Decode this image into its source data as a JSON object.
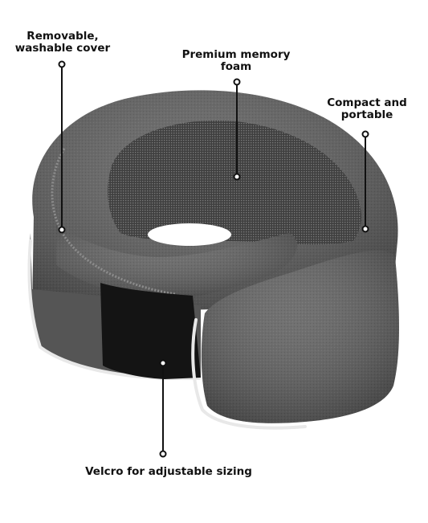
{
  "callouts": {
    "cover": {
      "line1": "Removable,",
      "line2": "washable cover"
    },
    "foam": {
      "line1": "Premium memory",
      "line2": "foam"
    },
    "compact": {
      "line1": "Compact and",
      "line2": "portable"
    },
    "velcro": {
      "line1": "Velcro for adjustable sizing"
    }
  },
  "colors": {
    "background": "#ffffff",
    "fabric": "#5c5c5c",
    "fabric_dark": "#3d3d3d",
    "mesh": "#4a4a4a",
    "velcro": "#141414",
    "piping": "#e8e8e8",
    "text": "#111111"
  }
}
